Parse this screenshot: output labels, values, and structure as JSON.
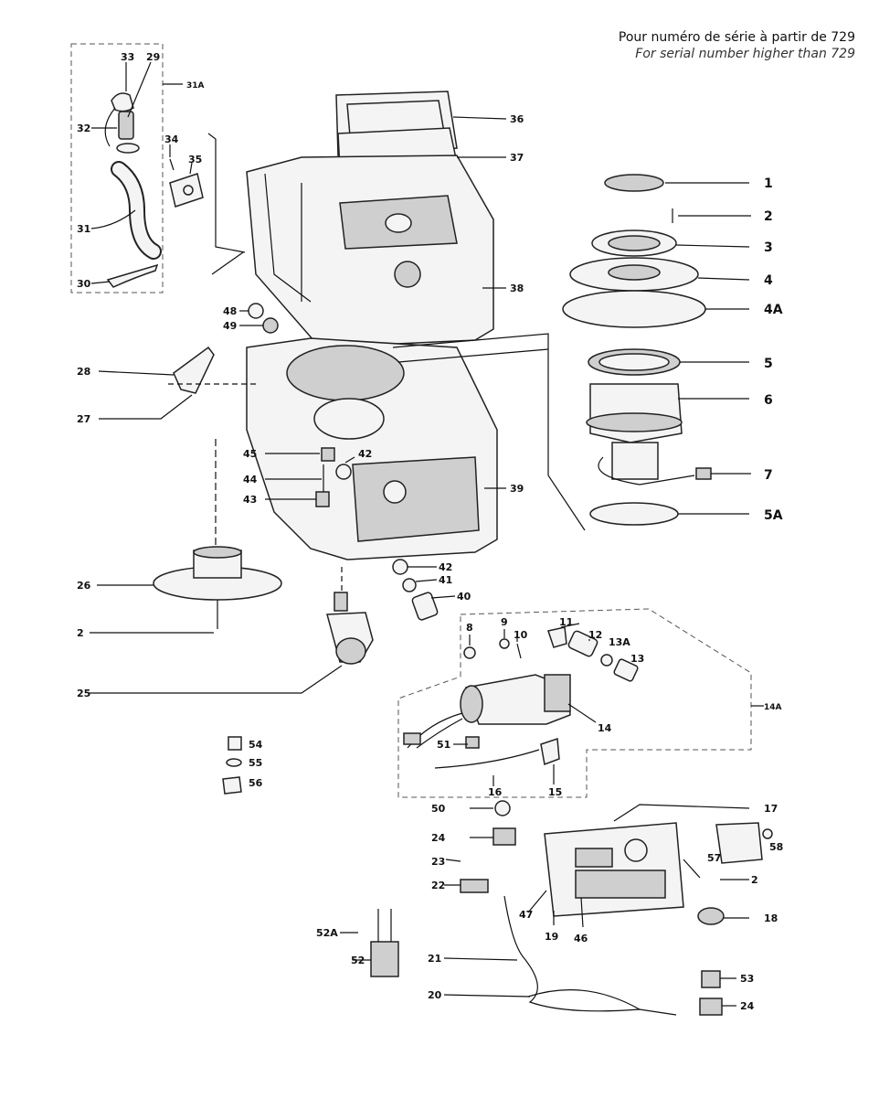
{
  "header": {
    "line1": "Pour numéro de série à partir de 729",
    "line2": "For serial number higher than 729"
  },
  "callouts": {
    "c1": "1",
    "c2a": "2",
    "c3": "3",
    "c4": "4",
    "c4A": "4A",
    "c5": "5",
    "c6": "6",
    "c7": "7",
    "c5A": "5A",
    "c36": "36",
    "c37": "37",
    "c38": "38",
    "c39": "39",
    "c33": "33",
    "c29": "29",
    "c31A": "31A",
    "c32": "32",
    "c34": "34",
    "c35": "35",
    "c31": "31",
    "c30": "30",
    "c48": "48",
    "c49": "49",
    "c28": "28",
    "c27": "27",
    "c45": "45",
    "c42a": "42",
    "c44": "44",
    "c43": "43",
    "c26": "26",
    "c2b": "2",
    "c25": "25",
    "c42b": "42",
    "c41": "41",
    "c40": "40",
    "c8": "8",
    "c9": "9",
    "c10": "10",
    "c11": "11",
    "c12": "12",
    "c13A": "13A",
    "c13": "13",
    "c14A": "14A",
    "c14": "14",
    "c51": "51",
    "c16": "16",
    "c15": "15",
    "c54": "54",
    "c55": "55",
    "c56": "56",
    "c50": "50",
    "c24a": "24",
    "c23": "23",
    "c22": "22",
    "c17": "17",
    "c57": "57",
    "c58": "58",
    "c2c": "2",
    "c18": "18",
    "c47": "47",
    "c19": "19",
    "c46": "46",
    "c52A": "52A",
    "c52": "52",
    "c21": "21",
    "c20": "20",
    "c53": "53",
    "c24b": "24"
  }
}
